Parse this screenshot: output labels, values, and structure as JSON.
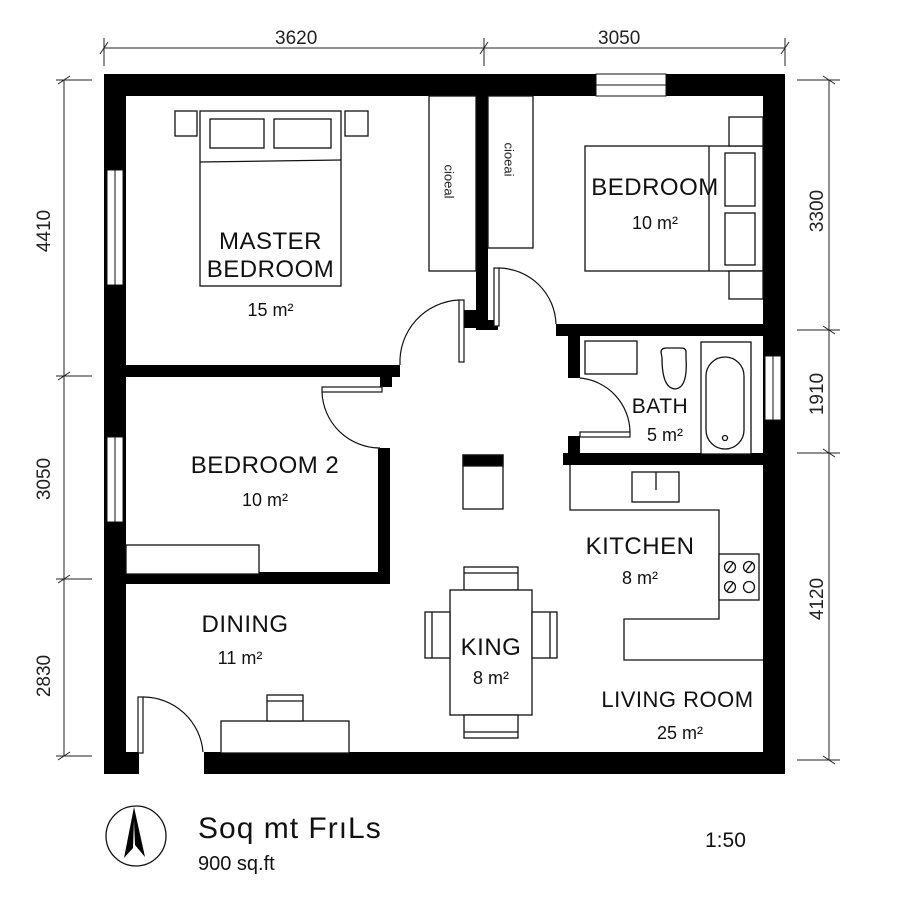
{
  "dimensions": {
    "top": [
      "3620",
      "3050"
    ],
    "left": [
      "4410",
      "3050",
      "2830"
    ],
    "right": [
      "3300",
      "1910",
      "4120"
    ]
  },
  "rooms": {
    "master_bedroom": {
      "name_line1": "MASTER",
      "name_line2": "BEDROOM",
      "area": "15 m²"
    },
    "bedroom": {
      "name": "BEDROOM",
      "area": "10 m²"
    },
    "bath": {
      "name": "BATH",
      "area": "5 m²"
    },
    "bedroom2": {
      "name": "BEDROOM 2",
      "area": "10 m²"
    },
    "kitchen": {
      "name": "KITCHEN",
      "area": "8 m²"
    },
    "dining": {
      "name": "DINING",
      "area": "11 m²"
    },
    "king": {
      "name": "KING",
      "area": "8 m²"
    },
    "living_room": {
      "name": "LIVING ROOM",
      "area": "25 m²"
    }
  },
  "closets": {
    "left": "cioeal",
    "right": "cioeai"
  },
  "footer": {
    "north_icon": "north-arrow-icon",
    "title": "Soq mt   FrıLs",
    "subtitle": "900 sq.ft",
    "scale": "1:50"
  },
  "colors": {
    "wall": "#000000",
    "line": "#111111",
    "background": "#ffffff"
  }
}
